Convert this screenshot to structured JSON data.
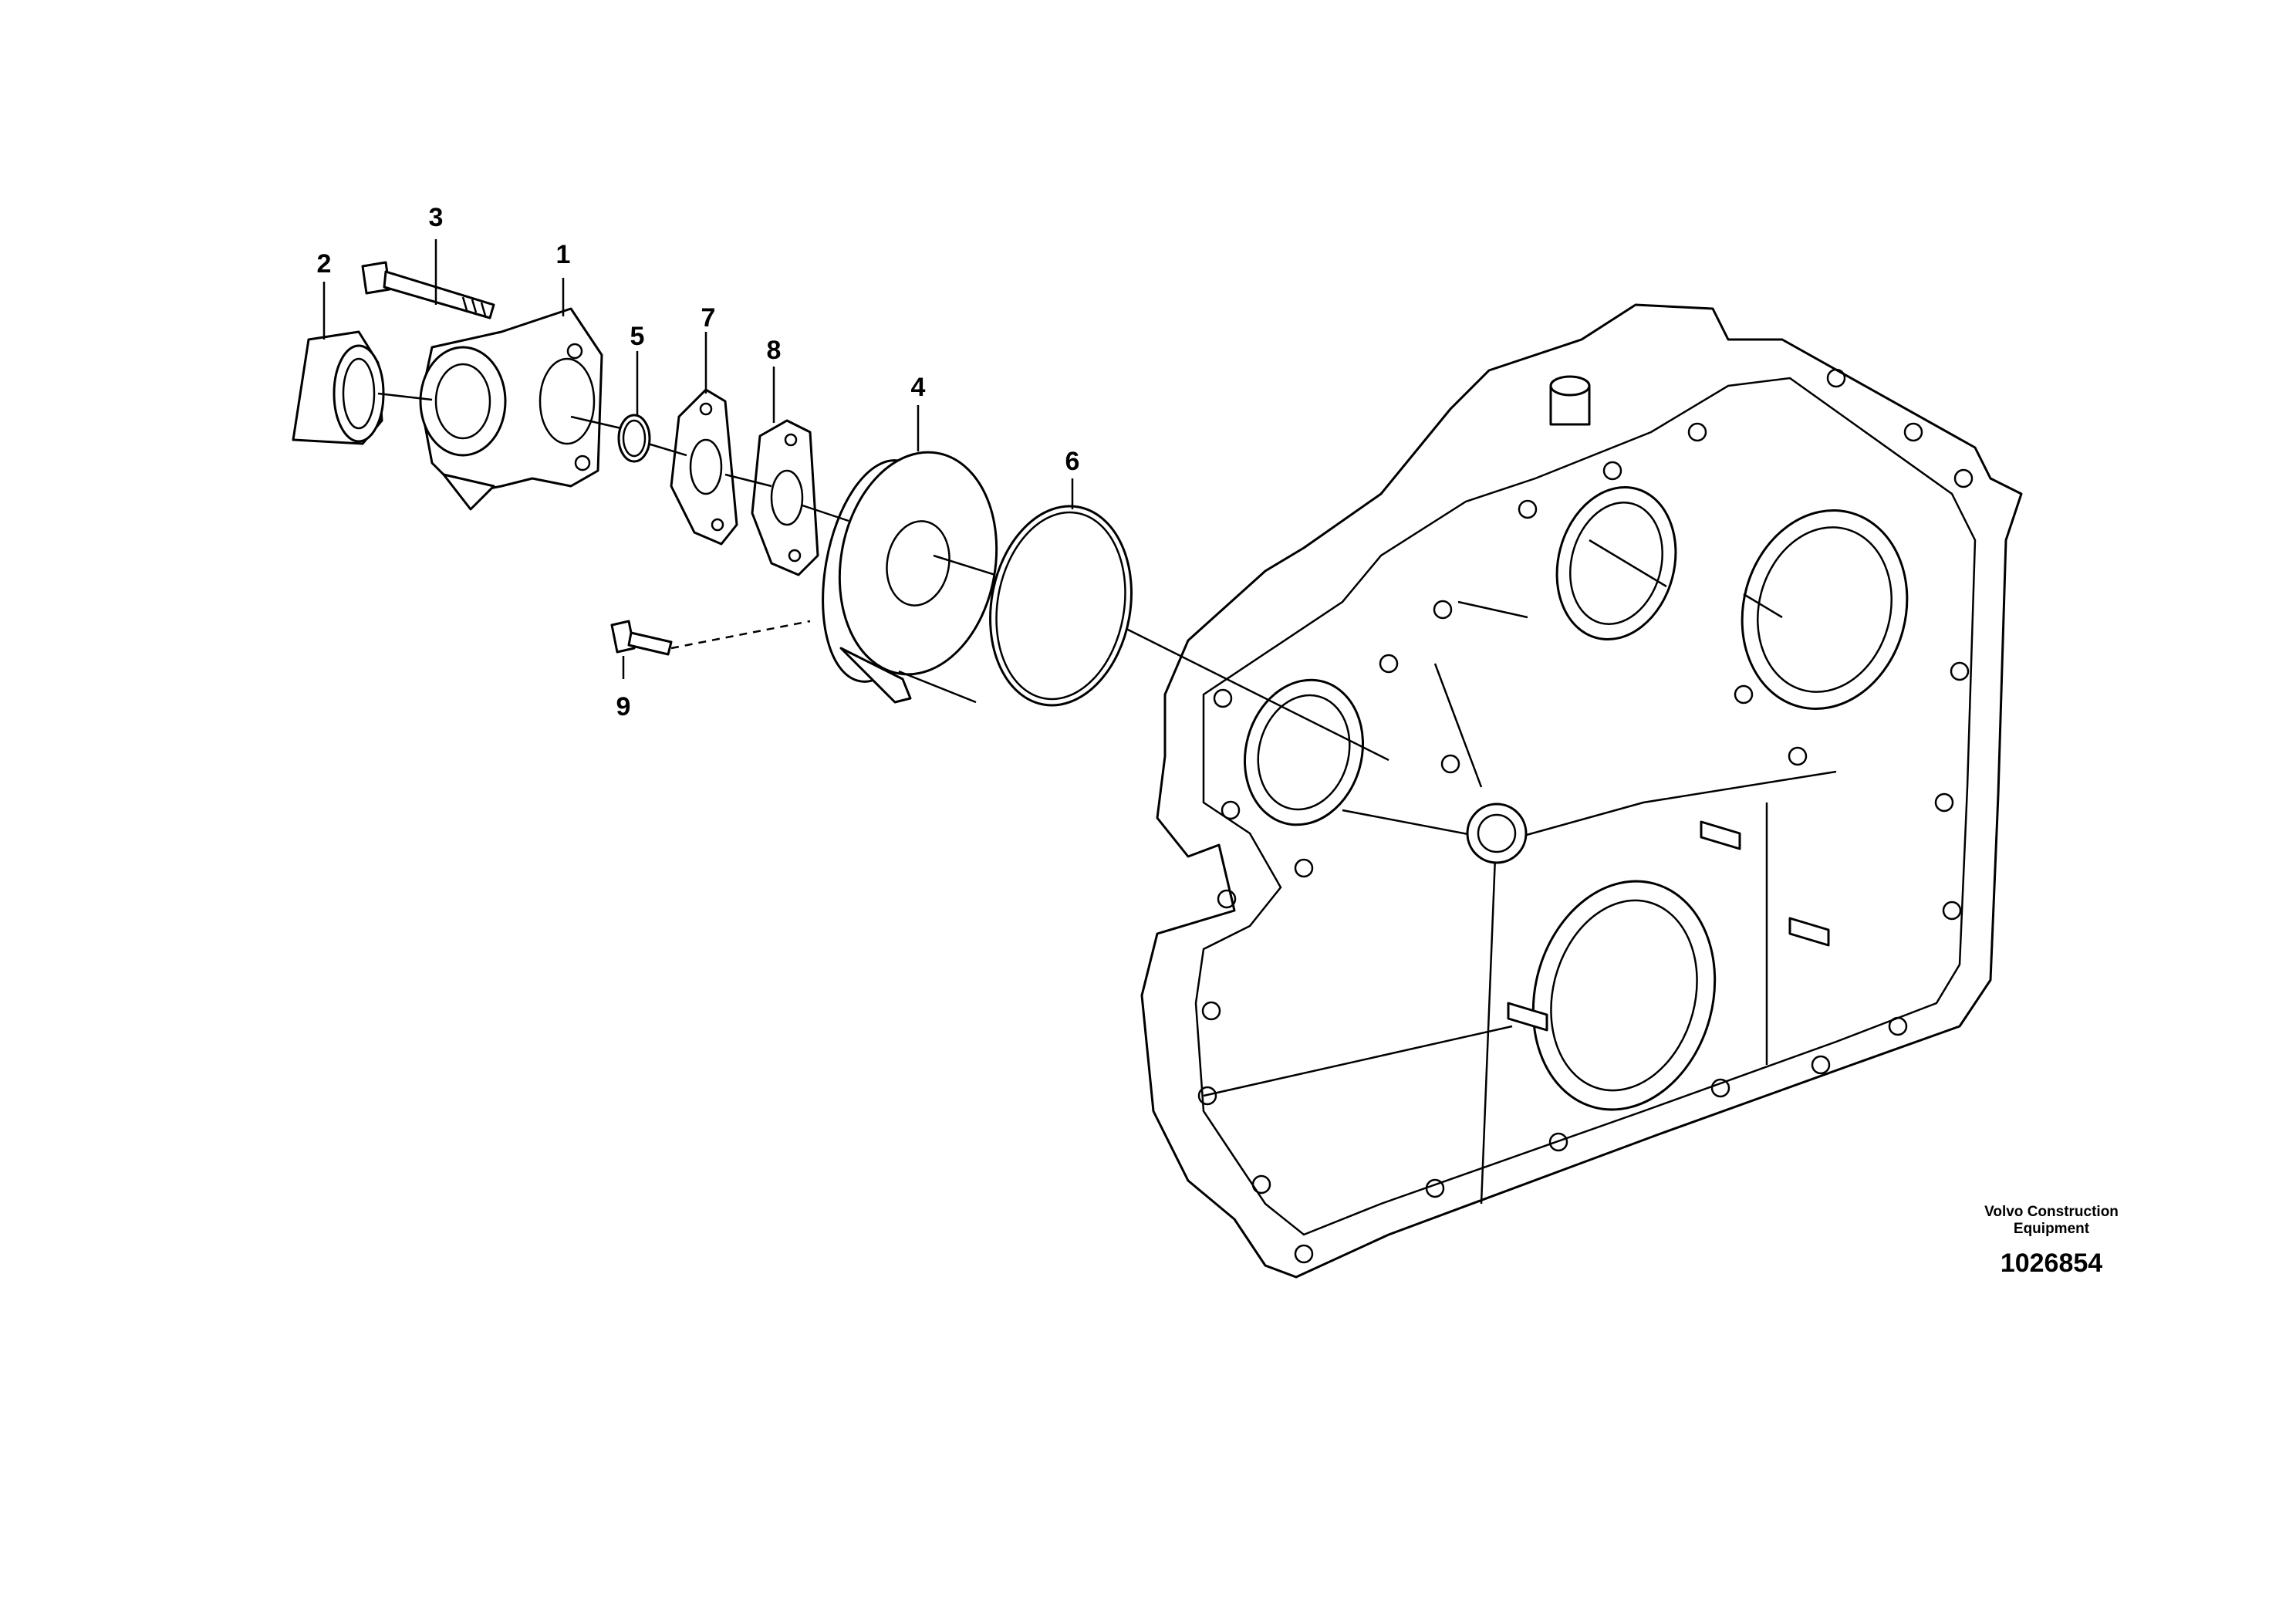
{
  "callouts": [
    "1",
    "2",
    "3",
    "4",
    "5",
    "6",
    "7",
    "8",
    "9"
  ],
  "brand_line1": "Volvo Construction",
  "brand_line2": "Equipment",
  "drawing_number": "1026854"
}
